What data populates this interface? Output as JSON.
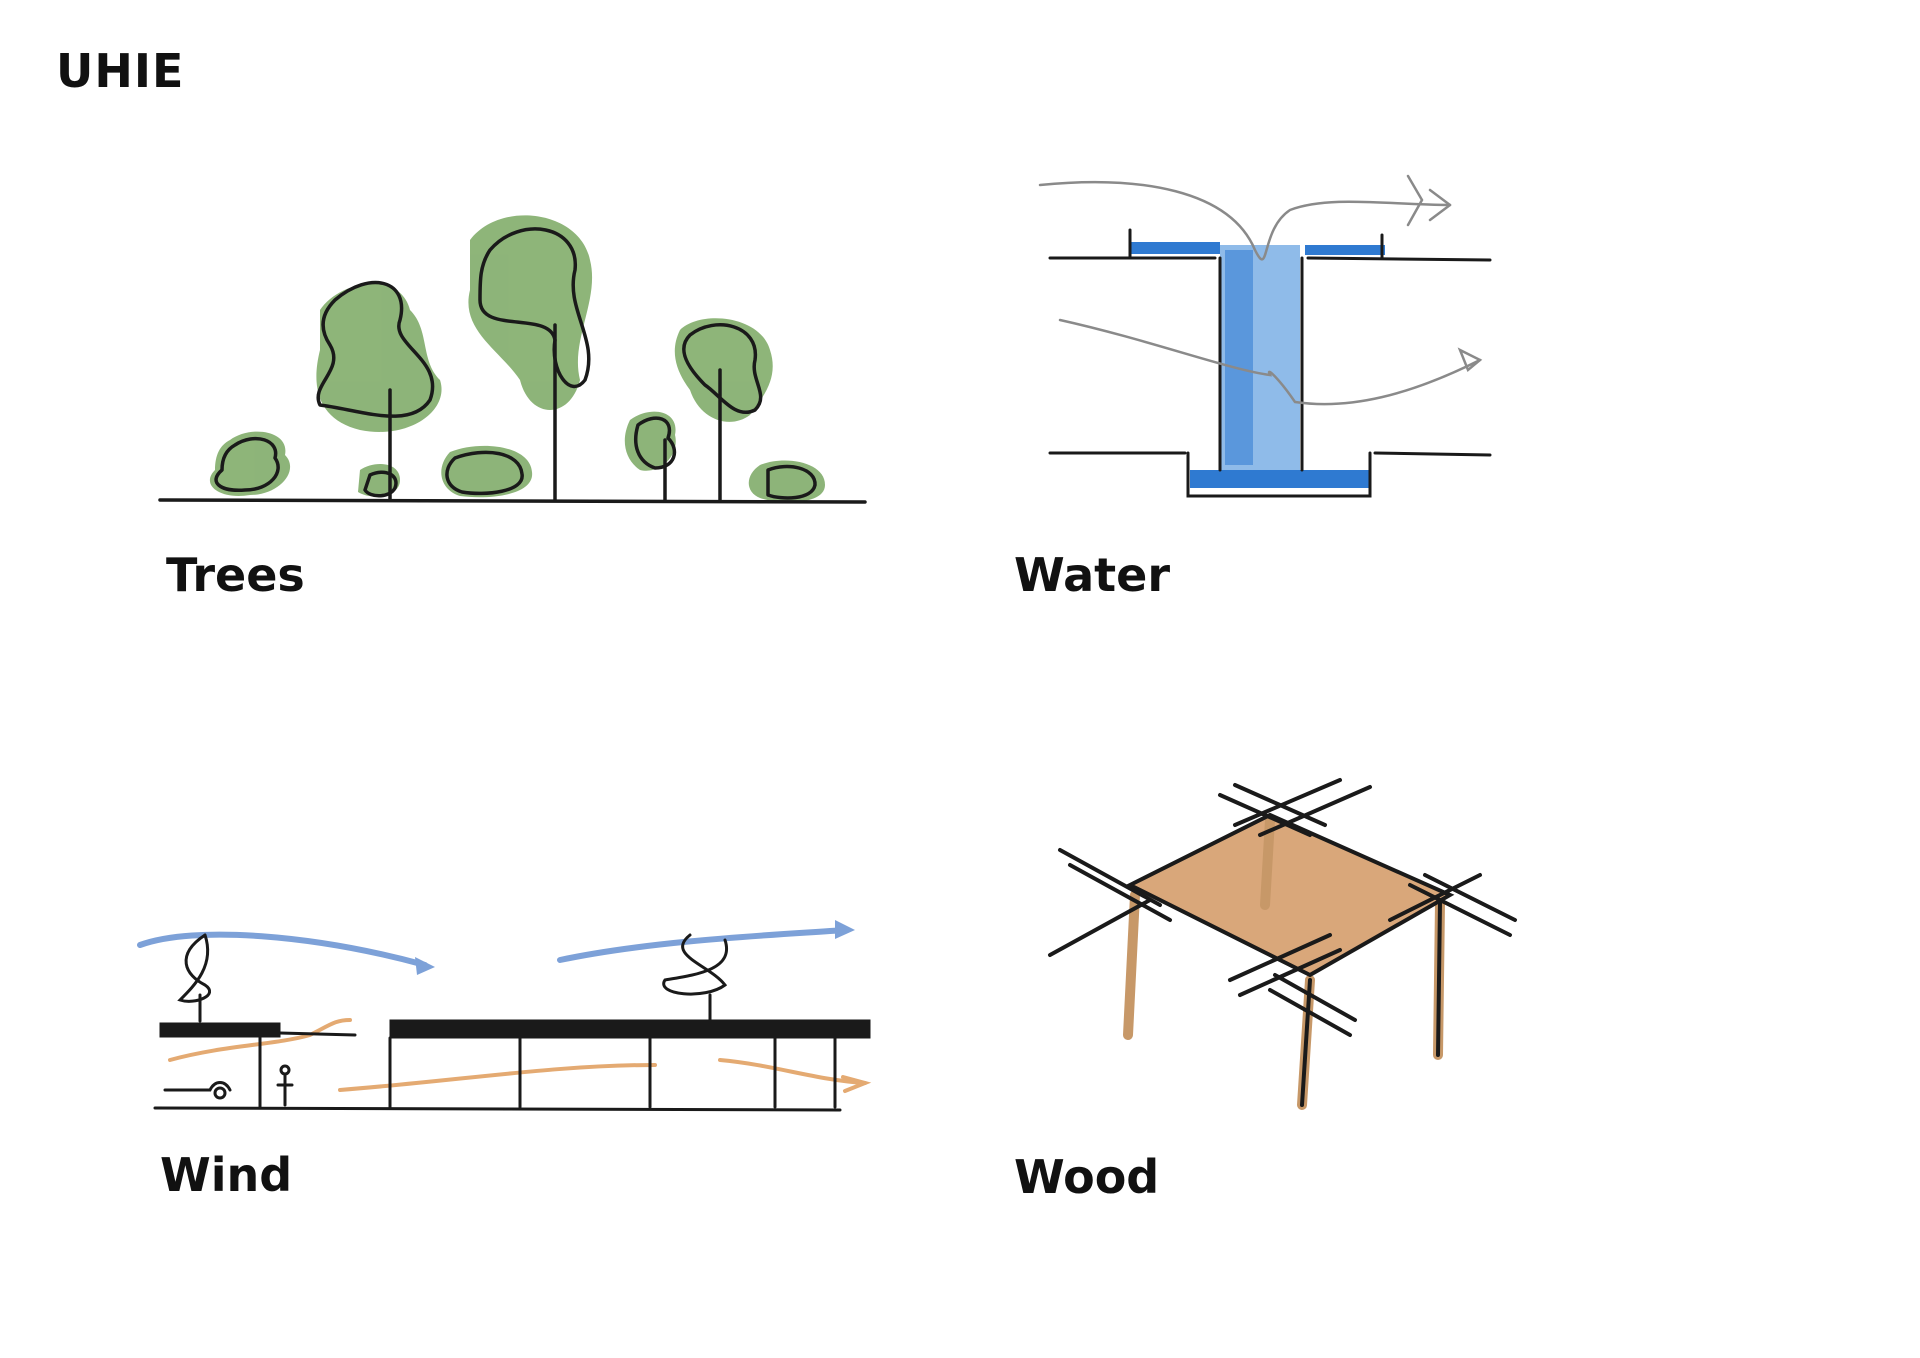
{
  "page": {
    "title": "UHIE"
  },
  "panels": {
    "trees": {
      "label": "Trees",
      "icon": "trees-sketch-icon"
    },
    "water": {
      "label": "Water",
      "icon": "water-sketch-icon"
    },
    "wind": {
      "label": "Wind",
      "icon": "wind-sketch-icon"
    },
    "wood": {
      "label": "Wood",
      "icon": "wood-pergola-sketch-icon"
    }
  },
  "colors": {
    "ink": "#1a1a1a",
    "tree_green": "#6f9f58",
    "water_blue": "#2f7ad1",
    "water_light": "#8fbbe9",
    "wind_blue": "#7da1d8",
    "wind_orange": "#e4aa72",
    "wood_tan": "#d9a77a",
    "wood_post": "#c79868",
    "airflow_gray": "#8a8a8a"
  }
}
